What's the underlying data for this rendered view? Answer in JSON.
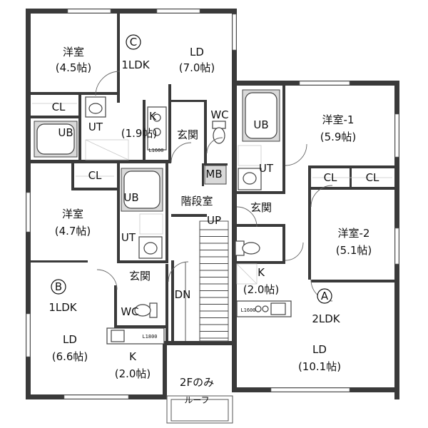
{
  "rooms": {
    "c_western": {
      "name": "洋室",
      "size": "(4.5帖)"
    },
    "c_unit": {
      "badge": "C",
      "type": "1LDK"
    },
    "c_ld": {
      "name": "LD",
      "size": "(7.0帖)"
    },
    "c_cl": "CL",
    "c_ub": "UB",
    "c_ut": "UT",
    "c_k": {
      "name": "K",
      "size": "(1.9帖)"
    },
    "c_wc": "WC",
    "c_entrance": "玄関",
    "c_range": "L1600",
    "b_cl": "CL",
    "b_ub": "UB",
    "b_western": {
      "name": "洋室",
      "size": "(4.7帖)"
    },
    "b_ut": "UT",
    "b_entrance": "玄関",
    "b_unit": {
      "badge": "B",
      "type": "1LDK"
    },
    "b_wc": "WC",
    "b_range": "L1800",
    "b_ld": {
      "name": "LD",
      "size": "(6.6帖)"
    },
    "b_k": {
      "name": "K",
      "size": "(2.0帖)"
    },
    "mb": "MB",
    "stairwell": "階段室",
    "up": "UP",
    "dn": "DN",
    "roof_note": "2Fのみ",
    "roof": "ルーフ",
    "a_ub": "UB",
    "a_ut": "UT",
    "a_western1": {
      "name": "洋室-1",
      "size": "(5.9帖)"
    },
    "a_cl1": "CL",
    "a_cl2": "CL",
    "a_entrance": "玄関",
    "a_western2": {
      "name": "洋室-2",
      "size": "(5.1帖)"
    },
    "a_k": {
      "name": "K",
      "size": "(2.0帖)"
    },
    "a_range": "L1600",
    "a_unit": {
      "badge": "A",
      "type": "2LDK"
    },
    "a_ld": {
      "name": "LD",
      "size": "(10.1帖)"
    }
  }
}
